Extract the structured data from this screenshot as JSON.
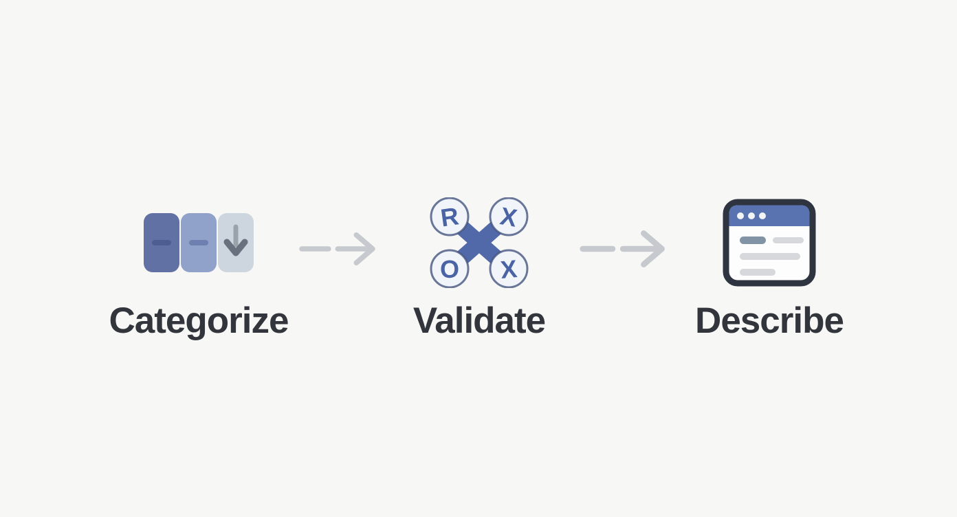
{
  "diagram": {
    "background": "#f7f7f5",
    "label_color": "#32363c"
  },
  "steps": [
    {
      "label": "Categorize",
      "icon": "category-cards-icon",
      "cards": [
        {
          "fill": "#6271a4",
          "mark": "dash",
          "mark_color": "#4d5d92"
        },
        {
          "fill": "#90a1ca",
          "mark": "dash",
          "mark_color": "#6e80af"
        },
        {
          "fill": "#cdd5de",
          "mark": "down-arrow",
          "mark_color": "#68717d",
          "stem_color": "#9aa2ac"
        }
      ]
    },
    {
      "label": "Validate",
      "icon": "regex-cross-icon",
      "cross_color": "#5169a8",
      "letters": [
        "R",
        "X",
        "O",
        "X"
      ],
      "letter_color": "#4a63a4",
      "circle_fill": "#f1f5fa",
      "circle_ring": "#45557f"
    },
    {
      "label": "Describe",
      "icon": "browser-window-icon",
      "window": {
        "outline": "#2e3440",
        "header": "#5873af",
        "body": "#fdfdfd",
        "dot_color": "#f3f4f6",
        "first_line": "#8393a6",
        "line": "#d6d8db"
      }
    }
  ],
  "connectors": {
    "style": "dash-then-arrow",
    "color": "#c6cacf",
    "count": 2
  }
}
